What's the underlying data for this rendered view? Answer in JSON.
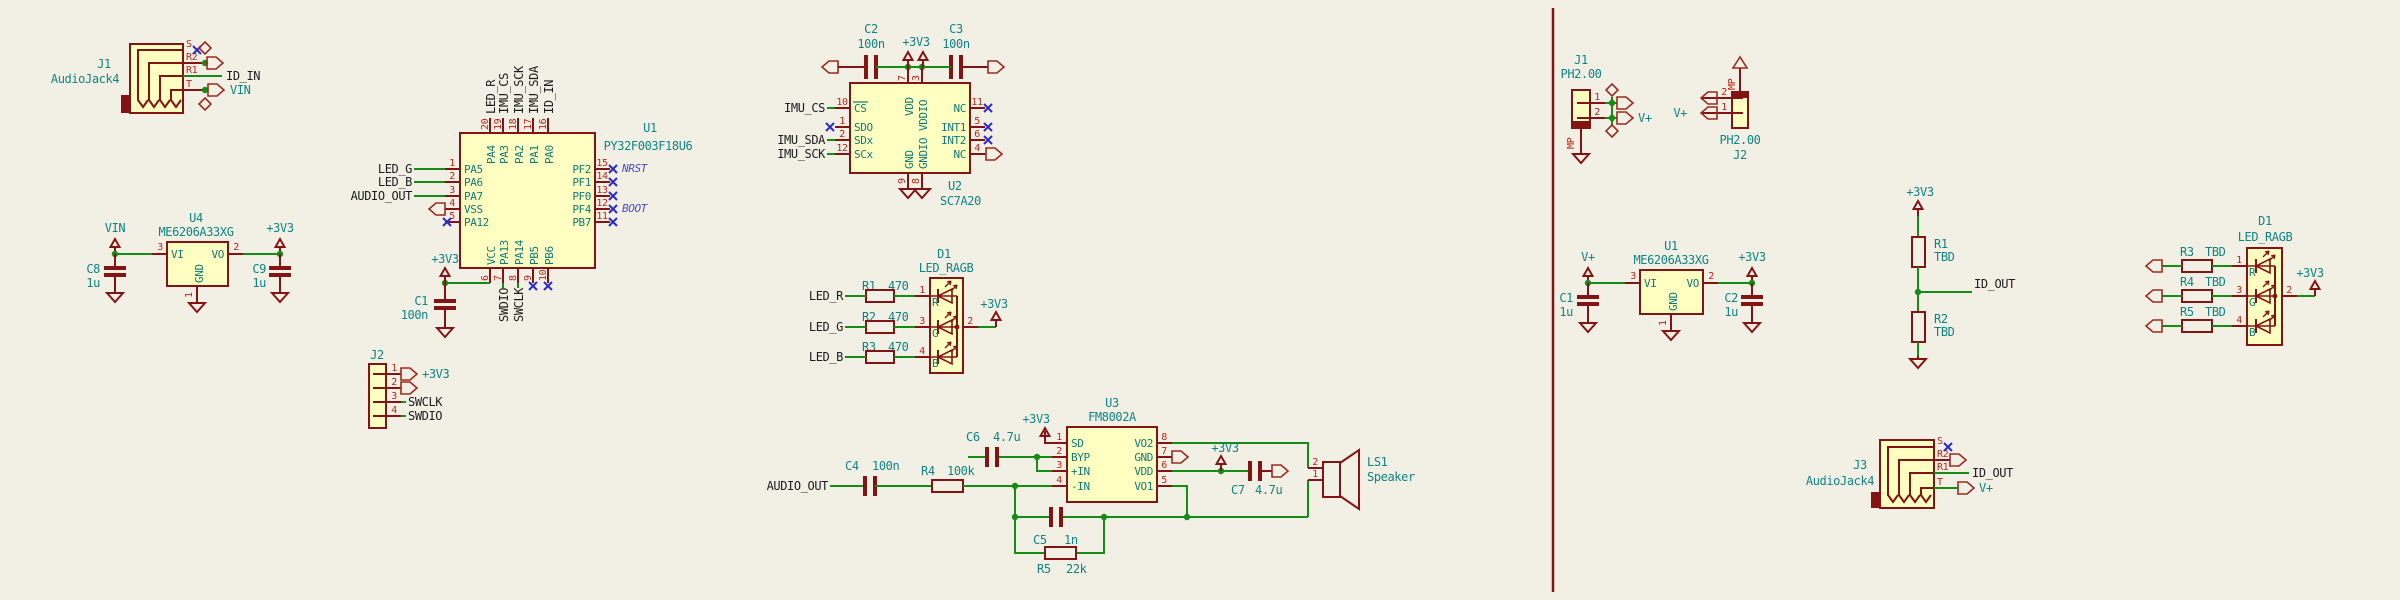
{
  "left": {
    "j1": {
      "ref": "J1",
      "value": "AudioJack4",
      "pins": {
        "s": "S",
        "r2": "R2",
        "r1": "R1",
        "t": "T"
      },
      "net_id_in": "ID_IN",
      "net_vin": "VIN"
    },
    "u4": {
      "ref": "U4",
      "value": "ME6206A33XG",
      "pin3": "3",
      "pin2": "2",
      "pin1": "1",
      "vi": "VI",
      "vo": "VO",
      "gnd": "GND",
      "pwr_in": "VIN",
      "pwr_out": "+3V3"
    },
    "c8": {
      "ref": "C8",
      "value": "1u"
    },
    "c9": {
      "ref": "C9",
      "value": "1u"
    },
    "u1": {
      "ref": "U1",
      "value": "PY32F003F18U6",
      "pwr": "+3V3",
      "top": [
        {
          "num": "20",
          "name": "PA4",
          "net": "LED_R"
        },
        {
          "num": "19",
          "name": "PA3",
          "net": "IMU_CS"
        },
        {
          "num": "18",
          "name": "PA2",
          "net": "IMU_SCK"
        },
        {
          "num": "17",
          "name": "PA1",
          "net": "IMU_SDA"
        },
        {
          "num": "16",
          "name": "PA0",
          "net": "ID_IN"
        }
      ],
      "left": [
        {
          "num": "1",
          "name": "PA5",
          "net": "LED_G"
        },
        {
          "num": "2",
          "name": "PA6",
          "net": "LED_B"
        },
        {
          "num": "3",
          "name": "PA7",
          "net": "AUDIO_OUT"
        },
        {
          "num": "4",
          "name": "VSS"
        },
        {
          "num": "5",
          "name": "PA12"
        }
      ],
      "right": [
        {
          "num": "15",
          "name": "PF2",
          "alt": "NRST"
        },
        {
          "num": "14",
          "name": "PF1"
        },
        {
          "num": "13",
          "name": "PF0"
        },
        {
          "num": "12",
          "name": "PF4",
          "alt": "BOOT"
        },
        {
          "num": "11",
          "name": "PB7"
        }
      ],
      "bottom": [
        {
          "num": "6",
          "name": "VCC"
        },
        {
          "num": "7",
          "name": "PA13",
          "net": "SWDIO"
        },
        {
          "num": "8",
          "name": "PA14",
          "net": "SWCLK"
        },
        {
          "num": "9",
          "name": "PB5"
        },
        {
          "num": "10",
          "name": "PB6"
        }
      ]
    },
    "c1": {
      "ref": "C1",
      "value": "100n"
    },
    "j2": {
      "ref": "J2",
      "p1": "1",
      "p2": "2",
      "p3": "3",
      "p4": "4",
      "net1": "+3V3",
      "net3": "SWCLK",
      "net4": "SWDIO"
    },
    "u2": {
      "ref": "U2",
      "value": "SC7A20",
      "pwr": "+3V3",
      "vdd": "VDD",
      "vddio": "VDDIO",
      "gndname": "GND",
      "gndio": "GNDIO",
      "num7": "7",
      "num3": "3",
      "num9": "9",
      "num8": "8",
      "left": [
        {
          "num": "10",
          "name": "CS",
          "net": "IMU_CS"
        },
        {
          "num": "1",
          "name": "SDO"
        },
        {
          "num": "2",
          "name": "SDx",
          "net": "IMU_SDA"
        },
        {
          "num": "12",
          "name": "SCx",
          "net": "IMU_SCK"
        }
      ],
      "right": [
        {
          "num": "11",
          "name": "NC"
        },
        {
          "num": "5",
          "name": "INT1"
        },
        {
          "num": "6",
          "name": "INT2"
        },
        {
          "num": "4",
          "name": "NC"
        }
      ]
    },
    "c2": {
      "ref": "C2",
      "value": "100n"
    },
    "c3": {
      "ref": "C3",
      "value": "100n"
    },
    "d1": {
      "ref": "D1",
      "value": "LED_RAGB",
      "p1": "1",
      "p3": "3",
      "p4": "4",
      "p2": "2",
      "ch": [
        "R",
        "G",
        "B"
      ],
      "pwr": "+3V3",
      "nets": [
        "LED_R",
        "LED_G",
        "LED_B"
      ]
    },
    "r1": {
      "ref": "R1",
      "value": "470"
    },
    "r2": {
      "ref": "R2",
      "value": "470"
    },
    "r3": {
      "ref": "R3",
      "value": "470"
    },
    "u3": {
      "ref": "U3",
      "value": "FM8002A",
      "pwr": "+3V3",
      "net_audio": "AUDIO_OUT",
      "left": [
        {
          "num": "1",
          "name": "SD"
        },
        {
          "num": "2",
          "name": "BYP"
        },
        {
          "num": "3",
          "name": "+IN"
        },
        {
          "num": "4",
          "name": "-IN"
        }
      ],
      "right": [
        {
          "num": "8",
          "name": "VO2"
        },
        {
          "num": "7",
          "name": "GND"
        },
        {
          "num": "6",
          "name": "VDD"
        },
        {
          "num": "5",
          "name": "VO1"
        }
      ]
    },
    "c4": {
      "ref": "C4",
      "value": "100n"
    },
    "c5": {
      "ref": "C5",
      "value": "1n"
    },
    "c6": {
      "ref": "C6",
      "value": "4.7u"
    },
    "c7": {
      "ref": "C7",
      "value": "4.7u"
    },
    "r4": {
      "ref": "R4",
      "value": "100k"
    },
    "r5": {
      "ref": "R5",
      "value": "22k"
    },
    "ls1": {
      "ref": "LS1",
      "value": "Speaker",
      "p1": "1",
      "p2": "2"
    }
  },
  "right": {
    "j1": {
      "ref": "J1",
      "value": "PH2.00",
      "p1": "1",
      "p2": "2",
      "mp": "MP",
      "net": "V+"
    },
    "j2": {
      "ref": "J2",
      "value": "PH2.00",
      "p1": "1",
      "p2": "2",
      "mp": "MP",
      "net": "V+"
    },
    "u1": {
      "ref": "U1",
      "value": "ME6206A33XG",
      "pin3": "3",
      "pin2": "2",
      "pin1": "1",
      "vi": "VI",
      "vo": "VO",
      "gnd": "GND",
      "pwr_in": "V+",
      "pwr_out": "+3V3"
    },
    "c1": {
      "ref": "C1",
      "value": "1u"
    },
    "c2": {
      "ref": "C2",
      "value": "1u"
    },
    "r1": {
      "ref": "R1",
      "value": "TBD"
    },
    "r2": {
      "ref": "R2",
      "value": "TBD"
    },
    "divider_pwr": "+3V3",
    "net_id_out": "ID_OUT",
    "d1": {
      "ref": "D1",
      "value": "LED_RAGB",
      "p1": "1",
      "p3": "3",
      "p4": "4",
      "p2": "2",
      "ch": [
        "R",
        "G",
        "B"
      ],
      "pwr": "+3V3"
    },
    "r3": {
      "ref": "R3",
      "value": "TBD"
    },
    "r4": {
      "ref": "R4",
      "value": "TBD"
    },
    "r5": {
      "ref": "R5",
      "value": "TBD"
    },
    "j3": {
      "ref": "J3",
      "value": "AudioJack4",
      "pins": {
        "s": "S",
        "r2": "R2",
        "r1": "R1",
        "t": "T"
      },
      "net_id_out": "ID_OUT",
      "net_vp": "V+"
    }
  }
}
